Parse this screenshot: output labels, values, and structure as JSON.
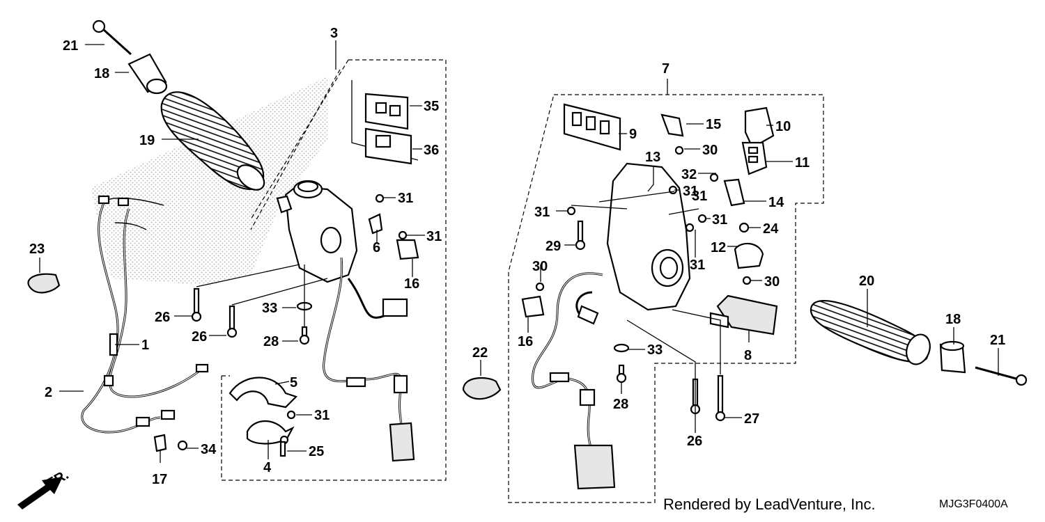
{
  "diagram": {
    "callouts": [
      "21",
      "18",
      "19",
      "3",
      "23",
      "1",
      "2",
      "17",
      "34",
      "26",
      "26",
      "33",
      "28",
      "31",
      "6",
      "31",
      "16",
      "5",
      "31",
      "4",
      "25",
      "35",
      "36",
      "7",
      "9",
      "15",
      "10",
      "30",
      "13",
      "32",
      "11",
      "31",
      "31",
      "14",
      "31",
      "31",
      "24",
      "29",
      "12",
      "31",
      "30",
      "30",
      "16",
      "8",
      "33",
      "22",
      "28",
      "26",
      "27",
      "20",
      "18",
      "21"
    ],
    "direction_label": "FR.",
    "footer_credit": "Rendered by LeadVenture, Inc.",
    "drawing_code": "MJG3F0400A"
  }
}
